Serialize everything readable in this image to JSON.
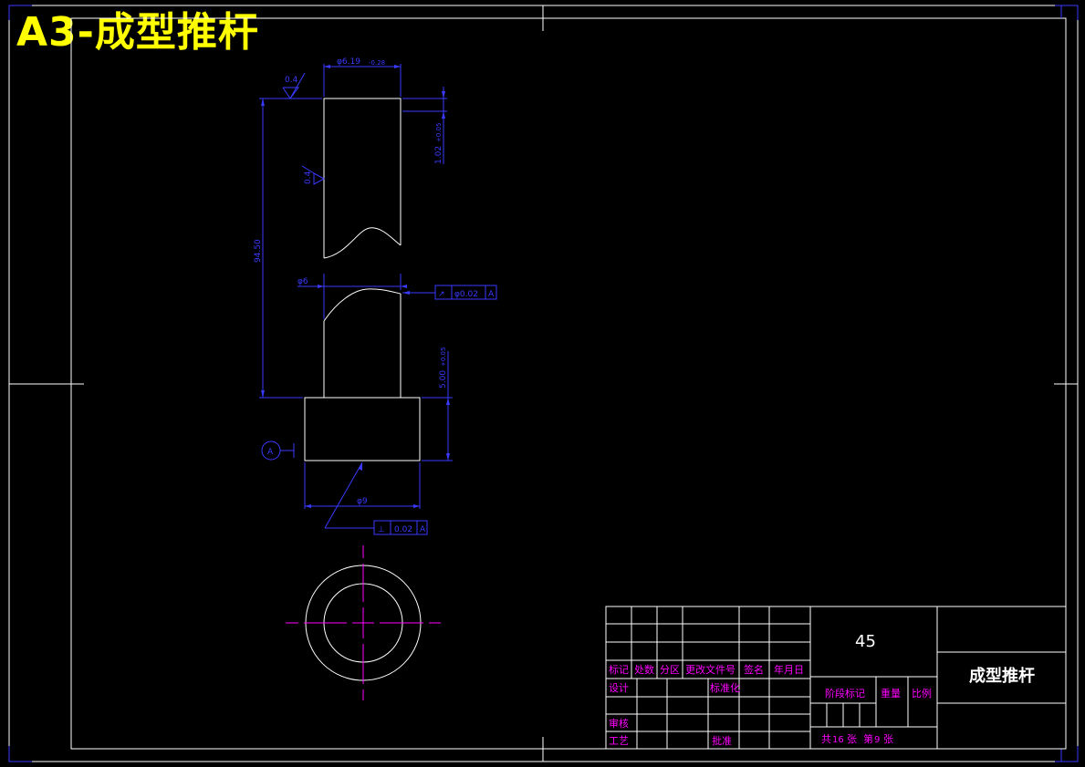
{
  "headline": "A3-成型推杆",
  "dimensions": {
    "top_diameter": "φ6.19",
    "top_diameter_tol": "-0.28",
    "roughness_top": "0.4",
    "roughness_side": "0.4",
    "upper_length": "1.02",
    "upper_length_tol": "+0.05",
    "total_length": "94.50",
    "mid_diameter": "φ6",
    "runout_symbol": "↗",
    "runout_value": "φ0.02",
    "runout_datum": "A",
    "head_length": "5.00",
    "head_length_tol": "+0.05",
    "datum_label": "A",
    "head_diameter": "φ9",
    "perp_symbol": "⊥",
    "perp_value": "0.02",
    "perp_datum": "A"
  },
  "title_block": {
    "material": "45",
    "part_name": "成型推杆",
    "col_mark": "标记",
    "col_count": "处数",
    "col_zone": "分区",
    "col_change_doc": "更改文件号",
    "col_signature": "签名",
    "col_date": "年月日",
    "row_design": "设计",
    "row_standard": "标准化",
    "row_review": "审核",
    "row_process": "工艺",
    "row_approve": "批准",
    "stage_mark": "阶段标记",
    "weight": "重量",
    "scale": "比例",
    "sheet_total_label": "共",
    "sheet_total": "16",
    "sheet_unit": "张",
    "sheet_no_label": "第",
    "sheet_no": "9",
    "sheet_no_unit": "张"
  }
}
